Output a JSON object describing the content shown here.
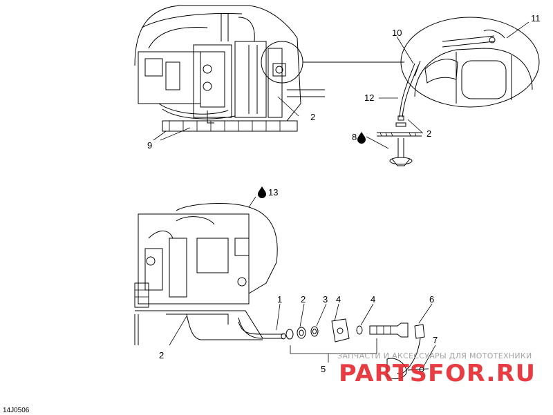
{
  "figure_id": "14J0506",
  "callouts": {
    "c1": "1",
    "c2a": "2",
    "c2b": "2",
    "c2c": "2",
    "c2d": "2",
    "c3": "3",
    "c4a": "4",
    "c4b": "4",
    "c5": "5",
    "c6": "6",
    "c7": "7",
    "c8": "8",
    "c9": "9",
    "c10": "10",
    "c11": "11",
    "c12": "12",
    "c13": "13"
  },
  "watermark": {
    "tagline": "ЗАПЧАСТИ И АКСЕССУАРЫ ДЛЯ МОТОТЕХНИКИ",
    "logo": "PARTSFOR.RU"
  },
  "icons": {
    "oil_drop": "oil-drop-icon"
  }
}
